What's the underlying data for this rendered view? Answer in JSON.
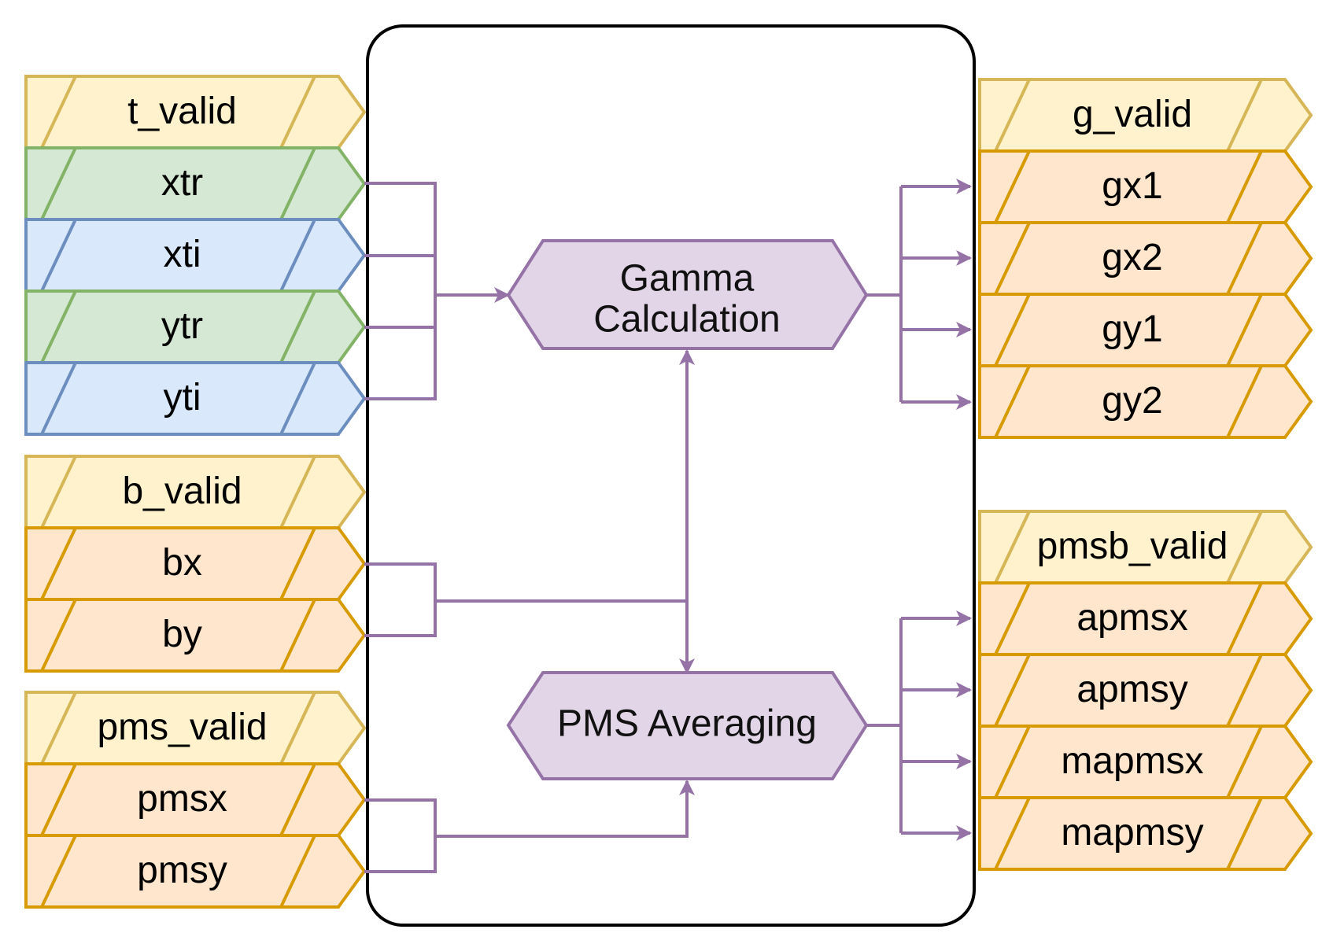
{
  "colors": {
    "yellow": {
      "fill": "#fff2cc",
      "stroke": "#d6b656"
    },
    "green": {
      "fill": "#d5e8d4",
      "stroke": "#82b366"
    },
    "blue": {
      "fill": "#dae8fc",
      "stroke": "#6c8ebf"
    },
    "orange": {
      "fill": "#ffe6cc",
      "stroke": "#d79b00"
    },
    "purple": {
      "fill": "#e1d5e7",
      "stroke": "#9673a6"
    },
    "line": "#9673a6",
    "module_border": "#000000"
  },
  "input_signals": [
    {
      "label": "t_valid",
      "color": "yellow"
    },
    {
      "label": "xtr",
      "color": "green"
    },
    {
      "label": "xti",
      "color": "blue"
    },
    {
      "label": "ytr",
      "color": "green"
    },
    {
      "label": "yti",
      "color": "blue"
    },
    {
      "label": "b_valid",
      "color": "yellow"
    },
    {
      "label": "bx",
      "color": "orange"
    },
    {
      "label": "by",
      "color": "orange"
    },
    {
      "label": "pms_valid",
      "color": "yellow"
    },
    {
      "label": "pmsx",
      "color": "orange"
    },
    {
      "label": "pmsy",
      "color": "orange"
    }
  ],
  "output_signals": [
    {
      "label": "g_valid",
      "color": "yellow"
    },
    {
      "label": "gx1",
      "color": "orange"
    },
    {
      "label": "gx2",
      "color": "orange"
    },
    {
      "label": "gy1",
      "color": "orange"
    },
    {
      "label": "gy2",
      "color": "orange"
    },
    {
      "label": "pmsb_valid",
      "color": "yellow"
    },
    {
      "label": "apmsx",
      "color": "orange"
    },
    {
      "label": "apmsy",
      "color": "orange"
    },
    {
      "label": "mapmsx",
      "color": "orange"
    },
    {
      "label": "mapmsy",
      "color": "orange"
    }
  ],
  "processes": {
    "gamma": {
      "line1": "Gamma",
      "line2": "Calculation"
    },
    "pms": {
      "label": "PMS Averaging"
    }
  }
}
